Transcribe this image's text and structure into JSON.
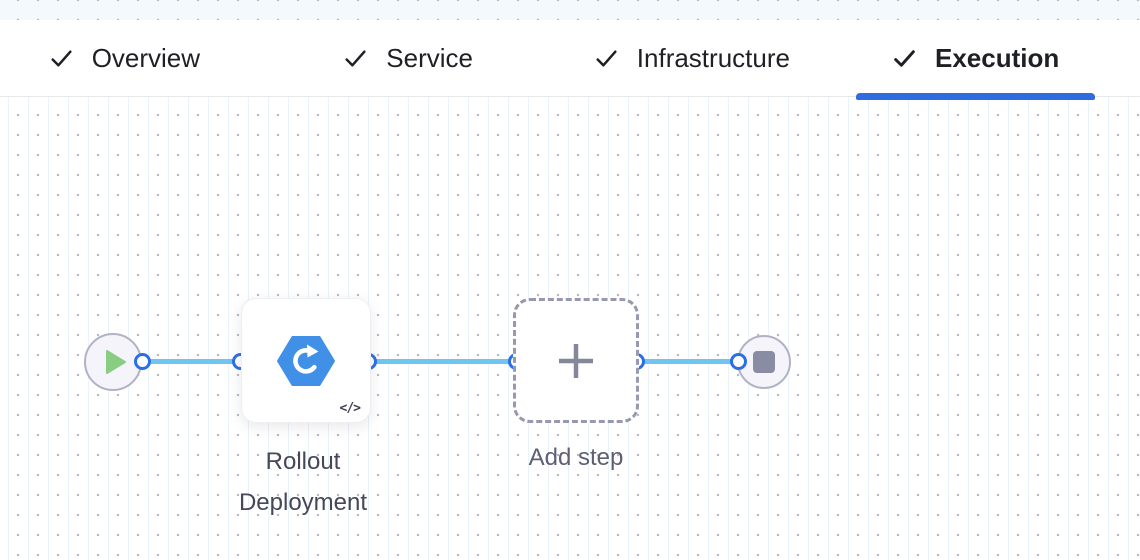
{
  "header": {
    "tabs": [
      {
        "label": "Overview",
        "state": "completed",
        "active": false
      },
      {
        "label": "Service",
        "state": "completed",
        "active": false
      },
      {
        "label": "Infrastructure",
        "state": "completed",
        "active": false
      },
      {
        "label": "Execution",
        "state": "completed",
        "active": true
      }
    ]
  },
  "pipeline": {
    "start_node": {
      "icon": "play-icon"
    },
    "rollout_step": {
      "label": "Rollout Deployment",
      "icon": "rollout-hexagon-icon",
      "code_badge": "</>"
    },
    "add_step_node": {
      "label": "Add step",
      "icon": "plus-icon"
    },
    "end_node": {
      "icon": "stop-icon"
    }
  },
  "colors": {
    "active_tab_underline": "#2e6ce0",
    "connector_line": "#6ec5f2",
    "port_ring_blue": "#2b6fe6",
    "step_hexagon_blue": "#4190e8",
    "play_green": "#88cd82",
    "stop_gray": "#8a8ca4",
    "tab_text": "#1e2026"
  }
}
